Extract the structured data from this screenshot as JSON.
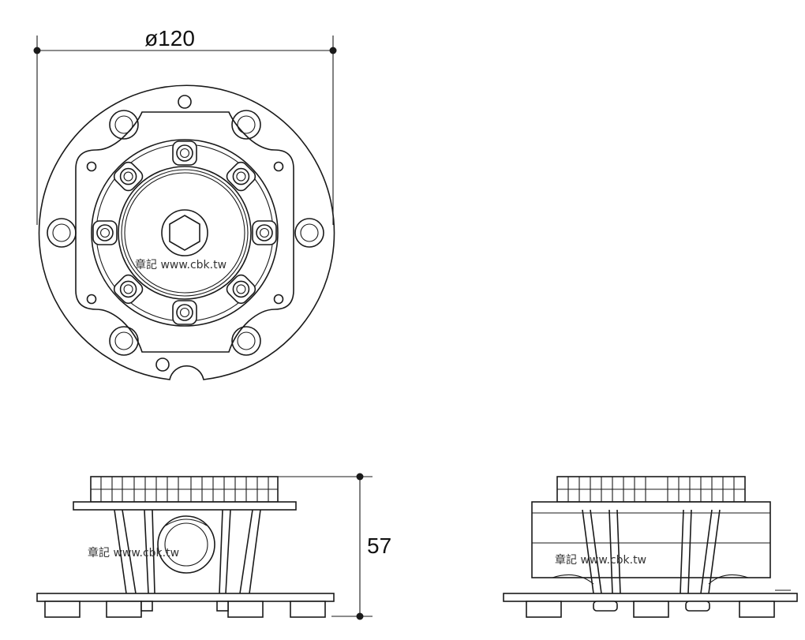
{
  "dimensions": {
    "diameter_label": "ø120",
    "height_label": "57"
  },
  "watermarks": {
    "top_view": "章記 www.cbk.tw",
    "front_view": "章記 www.cbk.tw",
    "side_view": "章記 www.cbk.tw"
  },
  "colors": {
    "line": "#1a1a1a",
    "background": "#ffffff"
  }
}
